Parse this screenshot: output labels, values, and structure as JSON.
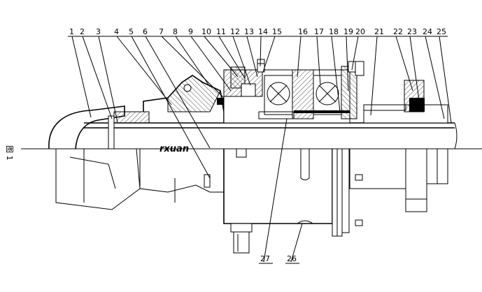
{
  "side_label": "图 1",
  "watermark": "rxuan",
  "callouts_top": [
    "1",
    "2",
    "3",
    "4",
    "5",
    "6",
    "7",
    "8",
    "9",
    "10",
    "11",
    "12",
    "13",
    "14",
    "15",
    "16",
    "17",
    "18",
    "19",
    "20",
    "21",
    "22",
    "23",
    "24",
    "25"
  ],
  "callouts_bottom": [
    "27",
    "26"
  ]
}
